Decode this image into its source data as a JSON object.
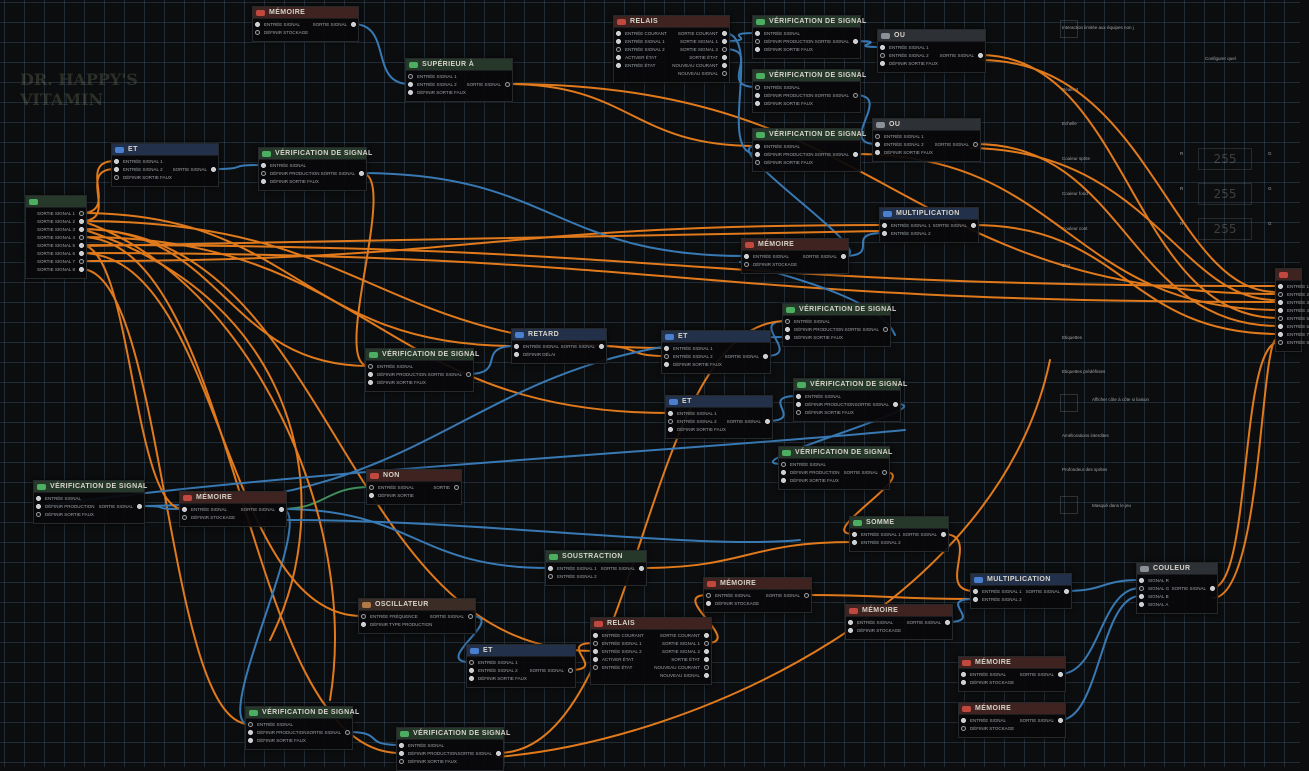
{
  "background_panel": {
    "rows": [
      "Interaction limitée aux équipes non j",
      "Configurer quel",
      "Réalisat",
      "Echelle",
      "Couleur sprite",
      "Couleur fond",
      "Couleur cont",
      "Etat",
      "Etiquettes",
      "Etiquettes prédéfinies",
      "Afficher côte à côte si liaison",
      "Améliorations interdites",
      "Profondeur des sprites",
      "Masqué dans le jeu"
    ],
    "rgb_labels": [
      "R",
      "G"
    ],
    "rgb_value": "255",
    "logo_text": [
      "DR. HAPPY'S",
      "VITAMIN"
    ]
  },
  "nodes": [
    {
      "title": "MÉMOIRE",
      "theme": "red",
      "inputs": [
        "ENTRÉE SIGNAL",
        "DÉFINIR STOCKAGE"
      ],
      "outputs": [
        "SORTIE SIGNAL"
      ]
    },
    {
      "title": "SUPÉRIEUR À",
      "theme": "green",
      "inputs": [
        "ENTRÉE SIGNAL 1",
        "ENTRÉE SIGNAL 2",
        "DÉFINIR SORTIE FAUX"
      ],
      "outputs": [
        "SORTIE SIGNAL"
      ]
    },
    {
      "title": "RELAIS",
      "theme": "red",
      "inputs": [
        "ENTRÉE COURANT",
        "ENTRÉE SIGNAL 1",
        "ENTRÉE SIGNAL 2",
        "ACTIVER ÉTAT",
        "ENTRÉE ÉTAT"
      ],
      "outputs": [
        "SORTIE COURANT",
        "SORTIE SIGNAL 1",
        "SORTIE SIGNAL 2",
        "SORTIE ÉTAT",
        "NOUVEAU COURANT",
        "NOUVEAU SIGNAL"
      ]
    },
    {
      "title": "VÉRIFICATION DE SIGNAL",
      "theme": "green",
      "inputs": [
        "ENTRÉE SIGNAL",
        "DÉFINIR PRODUCTION",
        "DÉFINIR SORTIE FAUX"
      ],
      "outputs": [
        "SORTIE SIGNAL"
      ]
    },
    {
      "title": "VÉRIFICATION DE SIGNAL",
      "theme": "green",
      "inputs": [
        "ENTRÉE SIGNAL",
        "DÉFINIR PRODUCTION",
        "DÉFINIR SORTIE FAUX"
      ],
      "outputs": [
        "SORTIE SIGNAL"
      ]
    },
    {
      "title": "VÉRIFICATION DE SIGNAL",
      "theme": "green",
      "inputs": [
        "ENTRÉE SIGNAL",
        "DÉFINIR PRODUCTION",
        "DÉFINIR SORTIE FAUX"
      ],
      "outputs": [
        "SORTIE SIGNAL"
      ]
    },
    {
      "title": "OU",
      "theme": "gray",
      "inputs": [
        "ENTRÉE SIGNAL 1",
        "ENTRÉE SIGNAL 2",
        "DÉFINIR SORTIE FAUX"
      ],
      "outputs": [
        "SORTIE SIGNAL"
      ]
    },
    {
      "title": "OU",
      "theme": "gray",
      "inputs": [
        "ENTRÉE SIGNAL 1",
        "ENTRÉE SIGNAL 2",
        "DÉFINIR SORTIE FAUX"
      ],
      "outputs": [
        "SORTIE SIGNAL"
      ]
    },
    {
      "title": "ET",
      "theme": "blue",
      "inputs": [
        "ENTRÉE SIGNAL 1",
        "ENTRÉE SIGNAL 2",
        "DÉFINIR SORTIE FAUX"
      ],
      "outputs": [
        "SORTIE SIGNAL"
      ]
    },
    {
      "title": "VÉRIFICATION DE SIGNAL",
      "theme": "green",
      "inputs": [
        "ENTRÉE SIGNAL",
        "DÉFINIR PRODUCTION",
        "DÉFINIR SORTIE FAUX"
      ],
      "outputs": [
        "SORTIE SIGNAL"
      ]
    },
    {
      "title": "",
      "theme": "green",
      "inputs": [],
      "outputs": [
        "SORTIE SIGNAL 1",
        "SORTIE SIGNAL 2",
        "SORTIE SIGNAL 3",
        "SORTIE SIGNAL 4",
        "SORTIE SIGNAL 5",
        "SORTIE SIGNAL 6",
        "SORTIE SIGNAL 7",
        "SORTIE SIGNAL 8"
      ]
    },
    {
      "title": "MULTIPLICATION",
      "theme": "blue",
      "inputs": [
        "ENTRÉE SIGNAL 1",
        "ENTRÉE SIGNAL 2"
      ],
      "outputs": [
        "SORTIE SIGNAL"
      ]
    },
    {
      "title": "MÉMOIRE",
      "theme": "red",
      "inputs": [
        "ENTRÉE SIGNAL",
        "DÉFINIR STOCKAGE"
      ],
      "outputs": [
        "SORTIE SIGNAL"
      ]
    },
    {
      "title": "VÉRIFICATION DE SIGNAL",
      "theme": "green",
      "inputs": [
        "ENTRÉE SIGNAL",
        "DÉFINIR PRODUCTION",
        "DÉFINIR SORTIE FAUX"
      ],
      "outputs": [
        "SORTIE SIGNAL"
      ]
    },
    {
      "title": "RETARD",
      "theme": "blue",
      "inputs": [
        "ENTRÉE SIGNAL",
        "DÉFINIR DÉLAI"
      ],
      "outputs": [
        "SORTIE SIGNAL"
      ]
    },
    {
      "title": "ET",
      "theme": "blue",
      "inputs": [
        "ENTRÉE SIGNAL 1",
        "ENTRÉE SIGNAL 2",
        "DÉFINIR SORTIE FAUX"
      ],
      "outputs": [
        "SORTIE SIGNAL"
      ]
    },
    {
      "title": "VÉRIFICATION DE SIGNAL",
      "theme": "green",
      "inputs": [
        "ENTRÉE SIGNAL",
        "DÉFINIR PRODUCTION",
        "DÉFINIR SORTIE FAUX"
      ],
      "outputs": [
        "SORTIE SIGNAL"
      ]
    },
    {
      "title": "VÉRIFICATION DE SIGNAL",
      "theme": "green",
      "inputs": [
        "ENTRÉE SIGNAL",
        "DÉFINIR PRODUCTION",
        "DÉFINIR SORTIE FAUX"
      ],
      "outputs": [
        "SORTIE SIGNAL"
      ]
    },
    {
      "title": "ET",
      "theme": "blue",
      "inputs": [
        "ENTRÉE SIGNAL 1",
        "ENTRÉE SIGNAL 2",
        "DÉFINIR SORTIE FAUX"
      ],
      "outputs": [
        "SORTIE SIGNAL"
      ]
    },
    {
      "title": "VÉRIFICATION DE SIGNAL",
      "theme": "green",
      "inputs": [
        "ENTRÉE SIGNAL",
        "DÉFINIR PRODUCTION",
        "DÉFINIR SORTIE FAUX"
      ],
      "outputs": [
        "SORTIE SIGNAL"
      ]
    },
    {
      "title": "VÉRIFICATION DE SIGNAL",
      "theme": "green",
      "inputs": [
        "ENTRÉE SIGNAL",
        "DÉFINIR PRODUCTION",
        "DÉFINIR SORTIE FAUX"
      ],
      "outputs": [
        "SORTIE SIGNAL"
      ]
    },
    {
      "title": "MÉMOIRE",
      "theme": "red",
      "inputs": [
        "ENTRÉE SIGNAL",
        "DÉFINIR STOCKAGE"
      ],
      "outputs": [
        "SORTIE SIGNAL"
      ]
    },
    {
      "title": "NON",
      "theme": "red",
      "inputs": [
        "ENTRÉE SIGNAL",
        "DÉFINIR SORTIE"
      ],
      "outputs": [
        "SORTIE"
      ]
    },
    {
      "title": "SOMME",
      "theme": "green",
      "inputs": [
        "ENTRÉE SIGNAL 1",
        "ENTRÉE SIGNAL 2"
      ],
      "outputs": [
        "SORTIE SIGNAL"
      ]
    },
    {
      "title": "SOUSTRACTION",
      "theme": "green",
      "inputs": [
        "ENTRÉE SIGNAL 1",
        "ENTRÉE SIGNAL 2"
      ],
      "outputs": [
        "SORTIE SIGNAL"
      ]
    },
    {
      "title": "MÉMOIRE",
      "theme": "red",
      "inputs": [
        "ENTRÉE SIGNAL",
        "DÉFINIR STOCKAGE"
      ],
      "outputs": [
        "SORTIE SIGNAL"
      ]
    },
    {
      "title": "MULTIPLICATION",
      "theme": "blue",
      "inputs": [
        "ENTRÉE SIGNAL 1",
        "ENTRÉE SIGNAL 2"
      ],
      "outputs": [
        "SORTIE SIGNAL"
      ]
    },
    {
      "title": "COULEUR",
      "theme": "gray",
      "inputs": [
        "SIGNAL R",
        "SIGNAL G",
        "SIGNAL B",
        "SIGNAL A"
      ],
      "outputs": [
        "SORTIE SIGNAL"
      ]
    },
    {
      "title": "OSCILLATEUR",
      "theme": "brown",
      "inputs": [
        "ENTRÉE FRÉQUENCE",
        "DÉFINIR TYPE PRODUCTION"
      ],
      "outputs": [
        "SORTIE SIGNAL"
      ]
    },
    {
      "title": "MÉMOIRE",
      "theme": "red",
      "inputs": [
        "ENTRÉE SIGNAL",
        "DÉFINIR STOCKAGE"
      ],
      "outputs": [
        "SORTIE SIGNAL"
      ]
    },
    {
      "title": "RELAIS",
      "theme": "red",
      "inputs": [
        "ENTRÉE COURANT",
        "ENTRÉE SIGNAL 1",
        "ENTRÉE SIGNAL 2",
        "ACTIVER ÉTAT",
        "ENTRÉE ÉTAT"
      ],
      "outputs": [
        "SORTIE COURANT",
        "SORTIE SIGNAL 1",
        "SORTIE SIGNAL 2",
        "SORTIE ÉTAT",
        "NOUVEAU COURANT",
        "NOUVEAU SIGNAL"
      ]
    },
    {
      "title": "ET",
      "theme": "blue",
      "inputs": [
        "ENTRÉE SIGNAL 1",
        "ENTRÉE SIGNAL 2",
        "DÉFINIR SORTIE FAUX"
      ],
      "outputs": [
        "SORTIE SIGNAL"
      ]
    },
    {
      "title": "MÉMOIRE",
      "theme": "red",
      "inputs": [
        "ENTRÉE SIGNAL",
        "DÉFINIR STOCKAGE"
      ],
      "outputs": [
        "SORTIE SIGNAL"
      ]
    },
    {
      "title": "MÉMOIRE",
      "theme": "red",
      "inputs": [
        "ENTRÉE SIGNAL",
        "DÉFINIR STOCKAGE"
      ],
      "outputs": [
        "SORTIE SIGNAL"
      ]
    },
    {
      "title": "VÉRIFICATION DE SIGNAL",
      "theme": "green",
      "inputs": [
        "ENTRÉE SIGNAL",
        "DÉFINIR PRODUCTION",
        "DÉFINIR SORTIE FAUX"
      ],
      "outputs": [
        "SORTIE SIGNAL"
      ]
    },
    {
      "title": "VÉRIFICATION DE SIGNAL",
      "theme": "green",
      "inputs": [
        "ENTRÉE SIGNAL",
        "DÉFINIR PRODUCTION",
        "DÉFINIR SORTIE FAUX"
      ],
      "outputs": [
        "SORTIE SIGNAL"
      ]
    },
    {
      "title": "",
      "theme": "red",
      "inputs": [
        "ENTRÉE 1",
        "ENTRÉE 2",
        "ENTRÉE 3",
        "ENTRÉE 4",
        "ENTRÉE 5",
        "ENTRÉE 6",
        "ENTRÉE 7",
        "ENTRÉE 8"
      ],
      "outputs": []
    }
  ],
  "colors": {
    "wire_orange": "#e07a1c",
    "wire_blue": "#3879b3",
    "wire_green": "#3e8f5c",
    "grid": "#4a6680",
    "canvas": "#0c0d0e"
  }
}
